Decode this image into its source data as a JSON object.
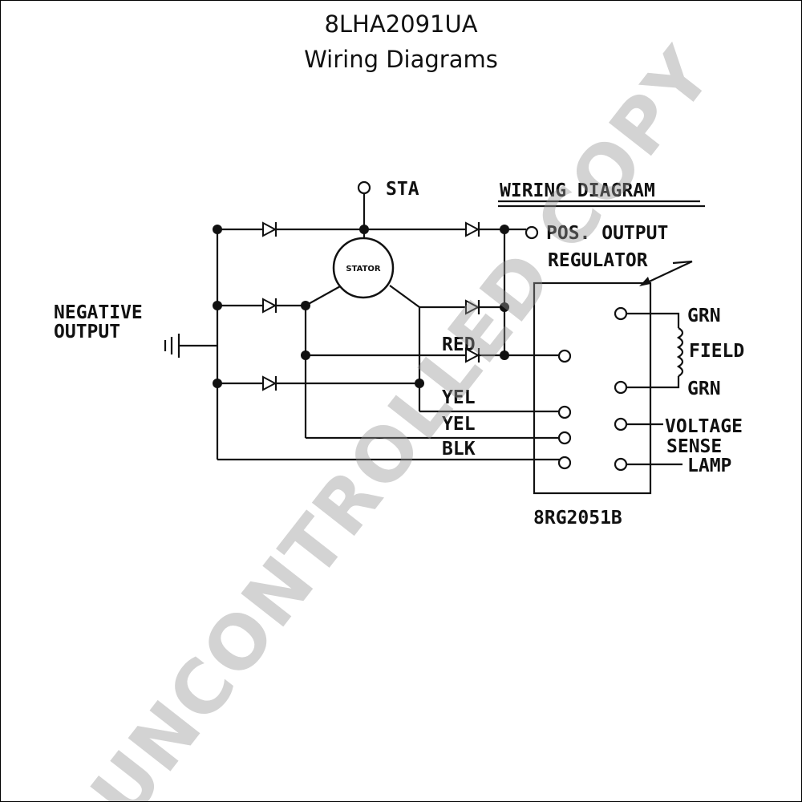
{
  "header": {
    "part_number": "8LHA2091UA",
    "subtitle": "Wiring Diagrams"
  },
  "diagram": {
    "heading": "WIRING DIAGRAM",
    "labels": {
      "sta": "STA",
      "stator": "STATOR",
      "pos_output": "POS. OUTPUT",
      "regulator": "REGULATOR",
      "negative": "NEGATIVE",
      "output": "OUTPUT",
      "red": "RED",
      "yel_1": "YEL",
      "yel_2": "YEL",
      "blk": "BLK",
      "grn_top": "GRN",
      "field": "FIELD",
      "grn_bottom": "GRN",
      "voltage": "VOLTAGE",
      "sense": "SENSE",
      "lamp": "LAMP",
      "regulator_part": "8RG2051B"
    }
  },
  "watermark": "UNCONTROLLED COPY"
}
